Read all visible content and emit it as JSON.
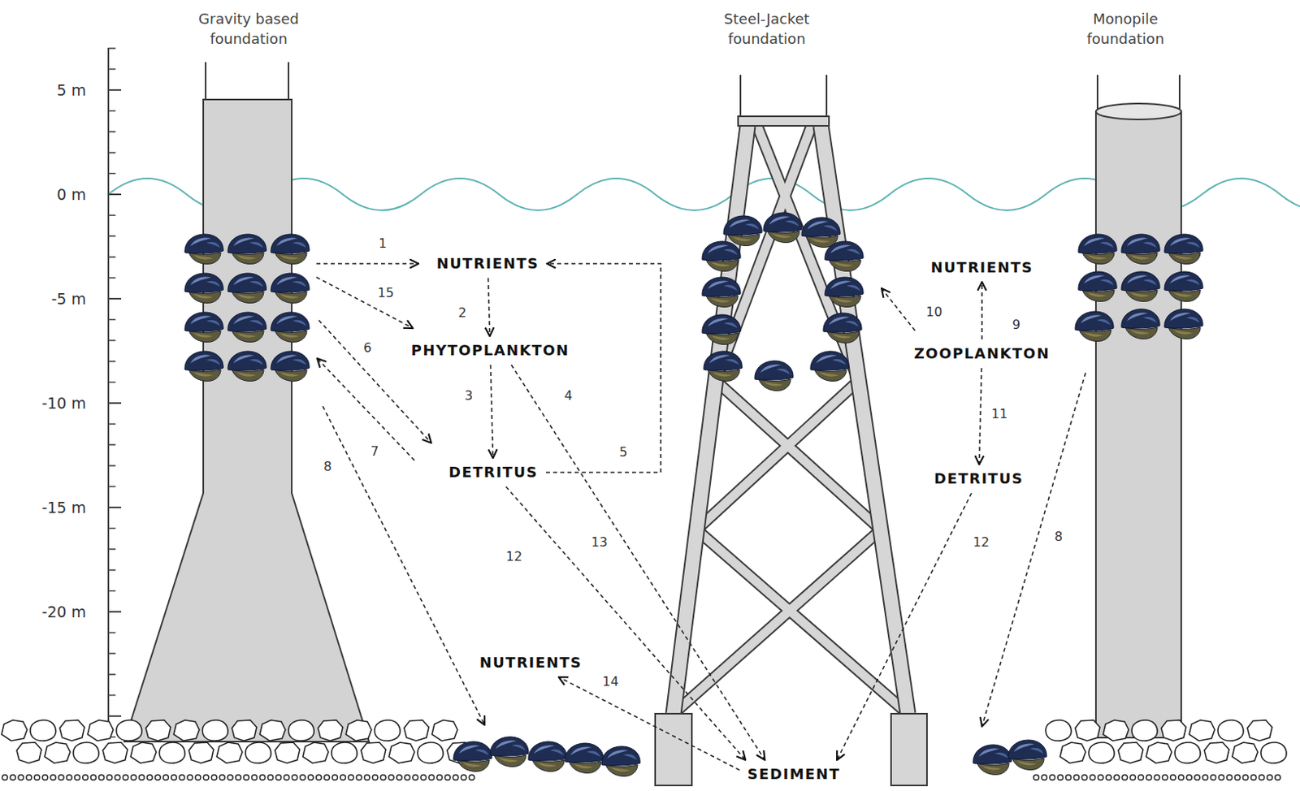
{
  "diagram": {
    "nodes": [
      {
        "text": [
          "NUTRIENTS"
        ]
      },
      {
        "text": [
          "NUTRIENTS"
        ]
      },
      {
        "text": [
          "PHYTOPLANKTON"
        ]
      },
      {
        "text": [
          "ZOOPLANKTON"
        ]
      },
      {
        "text": [
          "DETRITUS"
        ]
      },
      {
        "text": [
          "DETRITUS"
        ]
      },
      {
        "text": [
          "NUTRIENTS"
        ]
      },
      {
        "text": [
          "SEDIMENT"
        ]
      }
    ],
    "edges": [
      {
        "from": 0,
        "to": 2,
        "arrow": "to"
      },
      {
        "from": 2,
        "to": 4,
        "arrow": "to"
      },
      {
        "from": 4,
        "to": 0,
        "arrow": "to"
      },
      {
        "from": 2,
        "to": 7,
        "arrow": "to"
      },
      {
        "from": 4,
        "to": 7,
        "arrow": "to"
      },
      {
        "from": 7,
        "to": 6,
        "arrow": "to"
      },
      {
        "from": 3,
        "to": 1,
        "arrow": "to"
      },
      {
        "from": 3,
        "to": 5,
        "arrow": "to"
      },
      {
        "from": 5,
        "to": 7,
        "arrow": "to"
      }
    ],
    "labels": [
      "Gravity based foundation",
      "Steel-Jacket foundation",
      "Monopile foundation",
      "5 m",
      "0 m",
      "-5 m",
      "-10 m",
      "-15 m",
      "-20 m",
      "1",
      "15",
      "2",
      "6",
      "3",
      "4",
      "7",
      "5",
      "8",
      "12",
      "13",
      "14",
      "10",
      "9",
      "11",
      "12",
      "8"
    ]
  }
}
